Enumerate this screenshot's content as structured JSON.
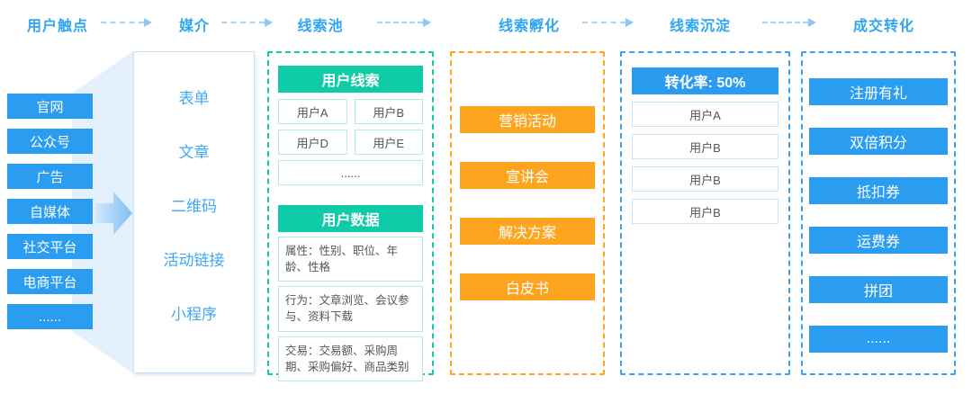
{
  "colors": {
    "accent_blue": "#2B9DF1",
    "header_text_blue": "#2FA6F2",
    "teal": "#10CBA8",
    "orange": "#FFA41F",
    "dashed_blue_border": "#3B9FF3",
    "funnel_light_blue": "#E4F1FC",
    "arrow_dash_blue": "#A9D3F5"
  },
  "stages": [
    {
      "label": "用户触点"
    },
    {
      "label": "媒介"
    },
    {
      "label": "线索池"
    },
    {
      "label": "线索孵化"
    },
    {
      "label": "线索沉淀"
    },
    {
      "label": "成交转化"
    }
  ],
  "touchpoints": [
    "官网",
    "公众号",
    "广告",
    "自媒体",
    "社交平台",
    "电商平台",
    "......"
  ],
  "media": [
    "表单",
    "文章",
    "二维码",
    "活动链接",
    "小程序"
  ],
  "lead_pool": {
    "leads_title": "用户线索",
    "lead_cells": [
      "用户A",
      "用户B",
      "用户D",
      "用户E"
    ],
    "more": "......",
    "data_title": "用户数据",
    "data_rows": [
      "属性：性别、职位、年龄、性格",
      "行为：文章浏览、会议参与、资料下载",
      "交易：交易额、采购周期、采购偏好、商品类别"
    ]
  },
  "incubation": [
    "营销活动",
    "宣讲会",
    "解决方案",
    "白皮书"
  ],
  "sedimentation": {
    "header": "转化率: 50%",
    "rows": [
      "用户A",
      "用户B",
      "用户B",
      "用户B"
    ]
  },
  "conversion": [
    "注册有礼",
    "双倍积分",
    "抵扣券",
    "运费券",
    "拼团",
    "......"
  ]
}
